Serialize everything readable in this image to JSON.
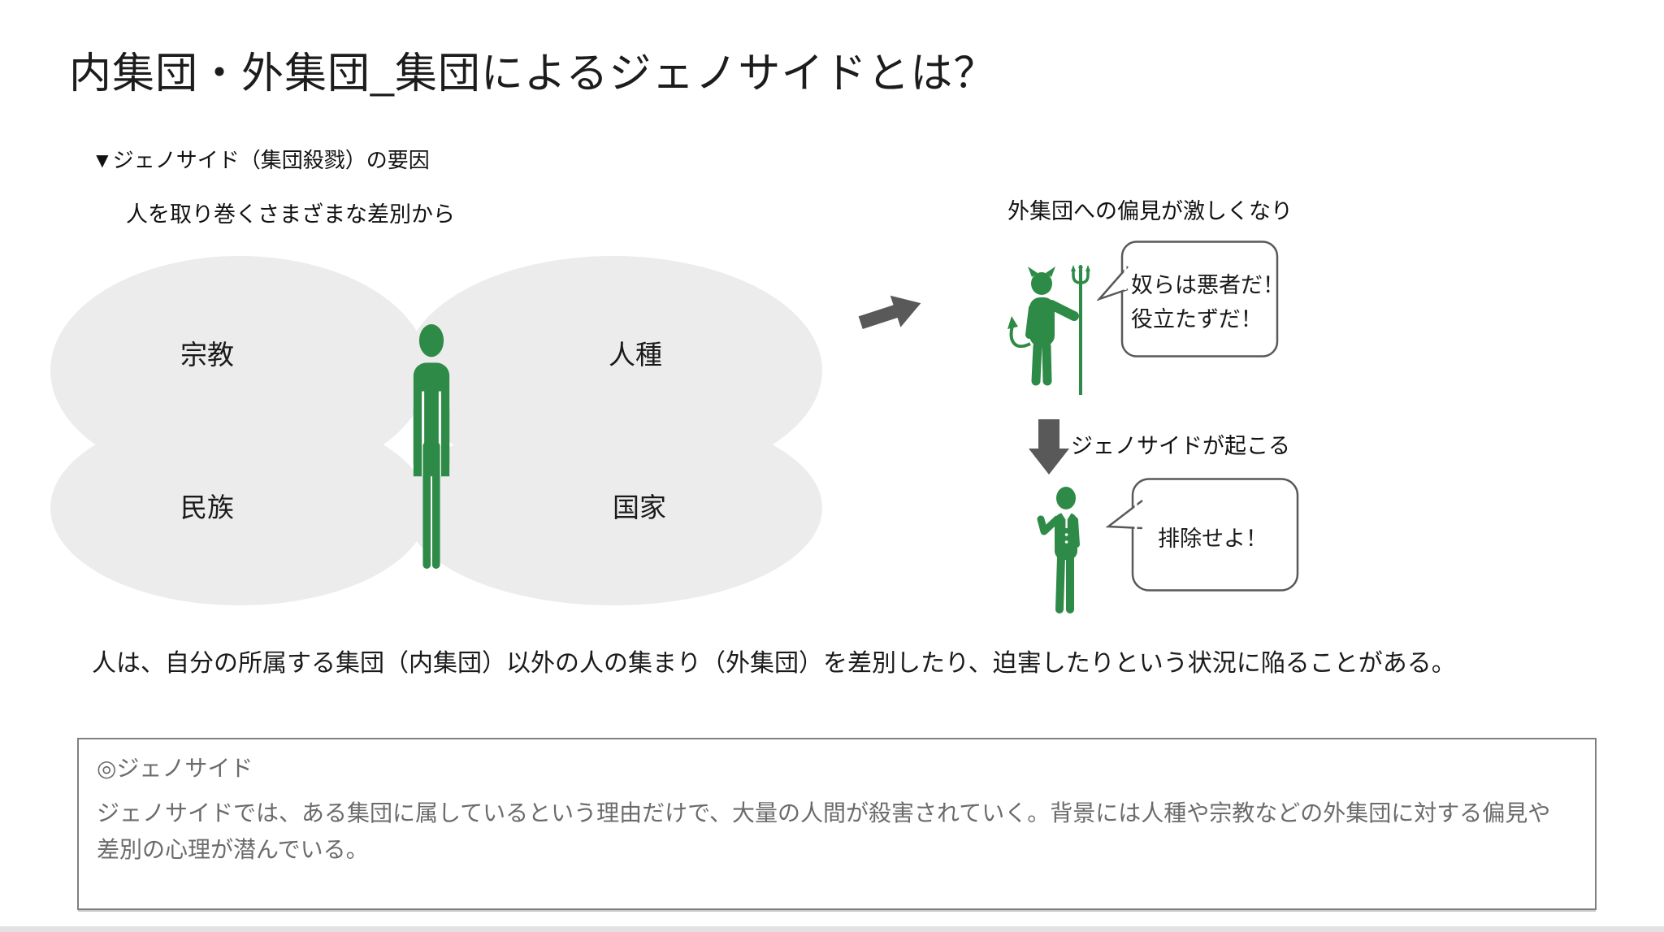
{
  "header": {
    "title": "内集団・外集団_集団によるジェノサイドとは？",
    "subtitle": "▼ジェノサイド（集団殺戮）の要因"
  },
  "diagram": {
    "left": {
      "caption": "人を取り巻くさまざまな差別から",
      "ellipses": [
        {
          "label": "宗教"
        },
        {
          "label": "人種"
        },
        {
          "label": "民族"
        },
        {
          "label": "国家"
        }
      ]
    },
    "right": {
      "caption": "外集団への偏見が激しくなり",
      "bubble1": {
        "lines": [
          "奴らは悪者だ！",
          "役立たずだ！"
        ]
      },
      "arrow_caption": "ジェノサイドが起こる",
      "bubble2": {
        "text": "排除せよ！"
      }
    }
  },
  "summary": {
    "text": "人は、自分の所属する集団（内集団）以外の人の集まり（外集団）を差別したり、迫害したりという状況に陥ることがある。"
  },
  "note": {
    "heading": "◎ジェノサイド",
    "body": "ジェノサイドでは、ある集団に属しているという理由だけで、大量の人間が殺害されていく。背景には人種や宗教などの外集団に対する偏見や差別の心理が潜んでいる。"
  },
  "icons": {
    "center_person": "standing-person-icon",
    "devil": "devil-with-trident-icon",
    "suited_person": "suited-person-icon",
    "flow_arrow": "arrow-up-right-icon",
    "down_arrow": "arrow-down-icon"
  },
  "colors": {
    "green": "#2e8b47",
    "ellipse_gray": "#ececec",
    "arrow_gray": "#595959",
    "note_text_gray": "#6b6b6b"
  }
}
